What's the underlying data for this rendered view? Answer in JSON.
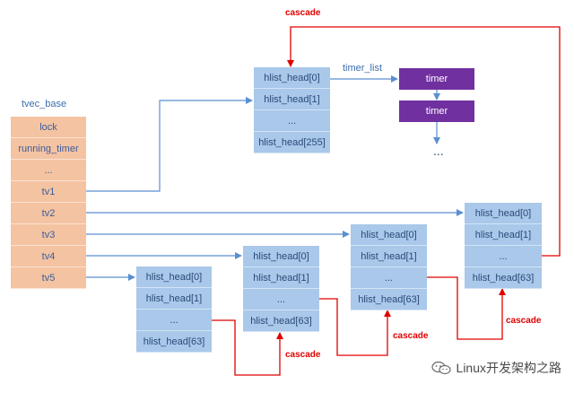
{
  "tvec_base": {
    "title": "tvec_base",
    "cells": [
      "lock",
      "running_timer",
      "...",
      "tv1",
      "tv2",
      "tv3",
      "tv4",
      "tv5"
    ]
  },
  "tv1_list": {
    "cells": [
      "hlist_head[0]",
      "hlist_head[1]",
      "...",
      "hlist_head[255]"
    ]
  },
  "tv2_list": {
    "cells": [
      "hlist_head[0]",
      "hlist_head[1]",
      "...",
      "hlist_head[63]"
    ]
  },
  "tv3_list": {
    "cells": [
      "hlist_head[0]",
      "hlist_head[1]",
      "...",
      "hlist_head[63]"
    ]
  },
  "tv4_list": {
    "cells": [
      "hlist_head[0]",
      "hlist_head[1]",
      "...",
      "hlist_head[63]"
    ]
  },
  "tv5_list": {
    "cells": [
      "hlist_head[0]",
      "hlist_head[1]",
      "...",
      "hlist_head[63]"
    ]
  },
  "timers": {
    "label": "timer_list",
    "items": [
      "timer",
      "timer"
    ],
    "more": "..."
  },
  "cascade_labels": [
    "cascade",
    "cascade",
    "cascade",
    "cascade"
  ],
  "watermark": {
    "text": "Linux开发架构之路",
    "icon": "wechat-icon"
  },
  "colors": {
    "base_cell": "#f4c3a2",
    "list_cell": "#a9c8ea",
    "timer": "#7030a0",
    "arrow_blue": "#5b8fd0",
    "cascade_red": "#e00000"
  }
}
